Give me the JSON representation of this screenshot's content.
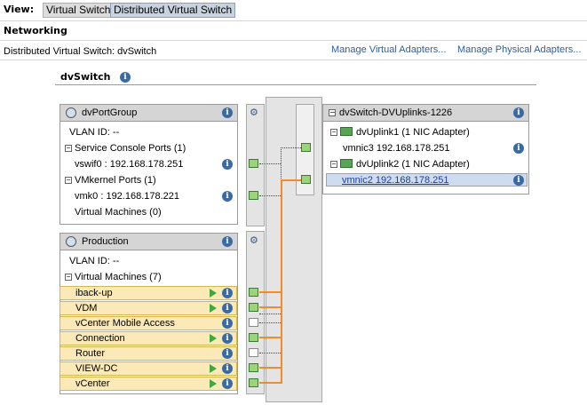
{
  "view": {
    "label": "View:",
    "tabs": [
      {
        "label": "Virtual Switch",
        "selected": false
      },
      {
        "label": "Distributed Virtual Switch",
        "selected": true
      }
    ]
  },
  "section_title": "Networking",
  "dvs_line": "Distributed Virtual Switch: dvSwitch",
  "actions": {
    "manage_virtual": "Manage Virtual Adapters...",
    "manage_physical": "Manage Physical Adapters..."
  },
  "switch_name": "dvSwitch",
  "portgroup": {
    "title": "dvPortGroup",
    "vlan": "VLAN ID: --",
    "service_console": "Service Console Ports (1)",
    "vswif": "vswif0 : 192.168.178.251",
    "vmkernel": "VMkernel Ports (1)",
    "vmk": "vmk0 : 192.168.178.221",
    "vms": "Virtual Machines (0)"
  },
  "production": {
    "title": "Production",
    "vlan": "VLAN ID: --",
    "vms_label": "Virtual Machines (7)",
    "vms": [
      {
        "name": "iback-up",
        "powered_on": true
      },
      {
        "name": "VDM",
        "powered_on": true
      },
      {
        "name": "vCenter Mobile Access",
        "powered_on": false
      },
      {
        "name": "Connection",
        "powered_on": true
      },
      {
        "name": "Router",
        "powered_on": false
      },
      {
        "name": "VIEW-DC",
        "powered_on": true
      },
      {
        "name": "vCenter",
        "powered_on": true
      }
    ]
  },
  "uplinks": {
    "title": "dvSwitch-DVUplinks-1226",
    "uplink1": "dvUplink1 (1 NIC Adapter)",
    "nic1": "vmnic3 192.168.178.251",
    "uplink2": "dvUplink2 (1 NIC Adapter)",
    "nic2": "vmnic2 192.168.178.251"
  },
  "colors": {
    "vm_row_bg": "#fbeab7",
    "link": "#2f5f9f",
    "wire": "#f08c2c",
    "selected_row": "#cfdcef"
  }
}
